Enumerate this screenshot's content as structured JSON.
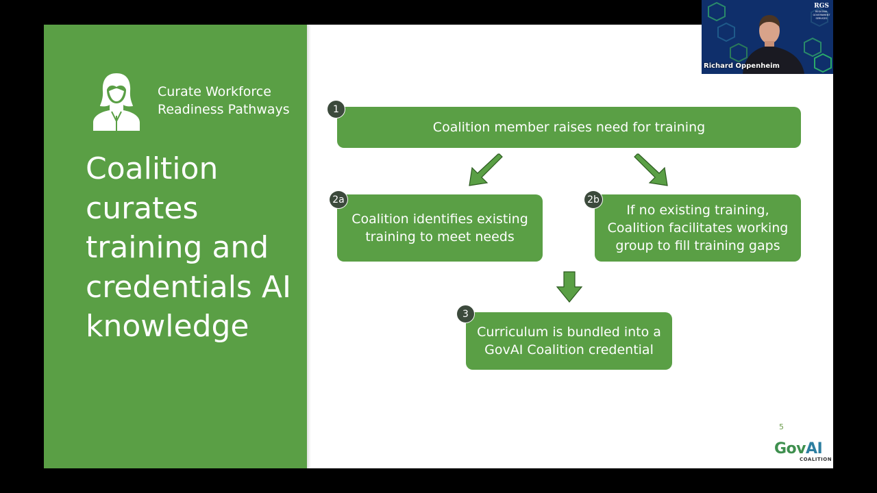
{
  "slide": {
    "section_title_lines": [
      "Curate Workforce",
      "Readiness Pathways"
    ],
    "headline": "Coalition curates training and credentials AI knowledge",
    "page_number": "5"
  },
  "flow": {
    "step1": {
      "badge": "1",
      "text_lines": [
        "Coalition member raises need for training"
      ]
    },
    "step2a": {
      "badge": "2a",
      "text_lines": [
        "Coalition identifies existing",
        "training to meet needs"
      ]
    },
    "step2b": {
      "badge": "2b",
      "text_lines": [
        "If no existing training,",
        "Coalition facilitates working",
        "group to fill training gaps"
      ]
    },
    "step3": {
      "badge": "3",
      "text_lines": [
        "Curriculum is bundled into a",
        "GovAI Coalition credential"
      ]
    }
  },
  "logo": {
    "gov": "Gov",
    "ai": "AI",
    "sub": "COALITION"
  },
  "video": {
    "participant_name": "Richard Oppenheim",
    "org_logo": "RGS",
    "org_logo_lines": [
      "REGIONAL",
      "GOVERNMENT",
      "SERVICES"
    ]
  },
  "colors": {
    "accent_green": "#5a9f45",
    "badge_dark": "#3c4a3c",
    "video_bg": "#0f2f6b"
  }
}
